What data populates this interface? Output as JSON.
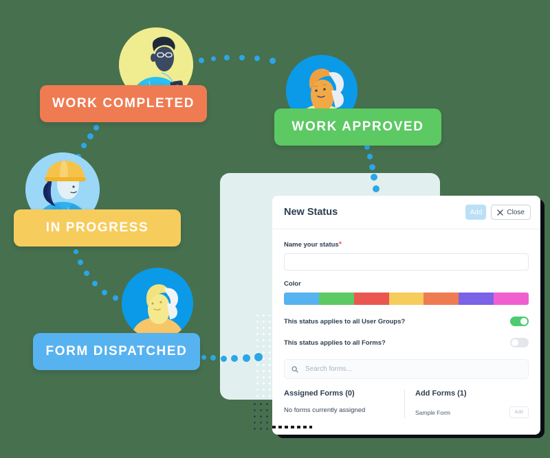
{
  "workflow": {
    "steps": [
      {
        "label": "WORK COMPLETED",
        "color": "#ef7b52",
        "avatar": "person-with-phone-avatar"
      },
      {
        "label": "WORK APPROVED",
        "color": "#5cc963",
        "avatar": "elderly-woman-avatar"
      },
      {
        "label": "IN PROGRESS",
        "color": "#f6cc5d",
        "avatar": "worker-hardhat-avatar"
      },
      {
        "label": "FORM DISPATCHED",
        "color": "#57b2f0",
        "avatar": "woman-avatar"
      }
    ],
    "connector_dot_color": "#2ba6e8"
  },
  "dialog": {
    "title": "New Status",
    "add_label": "Add",
    "close_label": "Close",
    "name_field": {
      "label": "Name your status",
      "required_marker": "*",
      "value": "",
      "placeholder": ""
    },
    "color_field": {
      "label": "Color",
      "swatches": [
        "#57b2f0",
        "#5cc963",
        "#ea5750",
        "#f6cc5d",
        "#ef7b52",
        "#7a63e6",
        "#ef5fd0"
      ]
    },
    "toggles": [
      {
        "label": "This status applies to all User Groups?",
        "state": "on",
        "on_color": "#4ecb71"
      },
      {
        "label": "This status applies to all Forms?",
        "state": "off",
        "off_color": "#e3e7ec"
      }
    ],
    "search": {
      "placeholder": "Search forms...",
      "value": ""
    },
    "assigned_forms": {
      "heading": "Assigned Forms (0)",
      "empty_text": "No forms currently assigned"
    },
    "add_forms": {
      "heading": "Add Forms (1)",
      "rows": [
        {
          "name": "Sample Form",
          "action_label": "Add"
        }
      ]
    }
  }
}
